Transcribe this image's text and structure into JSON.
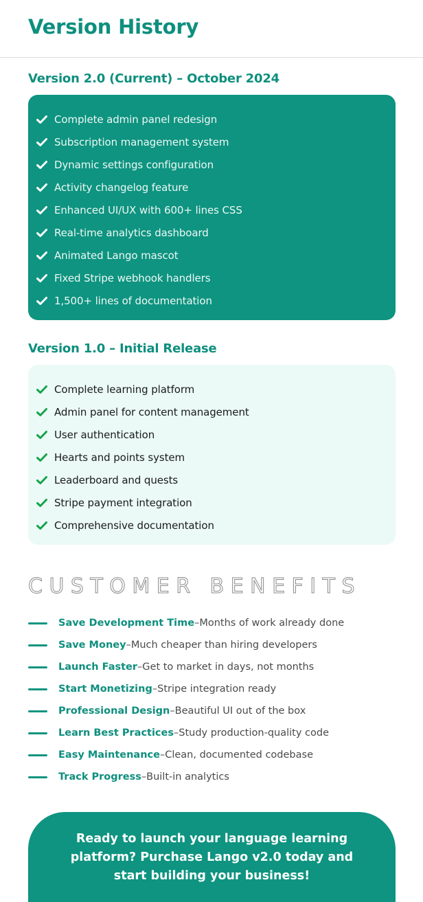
{
  "page": {
    "title": "Version History"
  },
  "colors": {
    "accent": "#0e8f7e",
    "card_current_bg": "#0e9480",
    "card_initial_bg": "#ebfaf7",
    "check_current": "#ffffff",
    "check_initial": "#16a34a",
    "outline_text": "#8a8a8a"
  },
  "versions": [
    {
      "heading": "Version 2.0 (Current) – October 2024",
      "icon": "check-icon",
      "features": [
        "Complete admin panel redesign",
        "Subscription management system",
        "Dynamic settings configuration",
        "Activity changelog feature",
        "Enhanced UI/UX with 600+ lines CSS",
        "Real-time analytics dashboard",
        "Animated Lango mascot",
        "Fixed Stripe webhook handlers",
        "1,500+ lines of documentation"
      ]
    },
    {
      "heading": "Version 1.0 – Initial Release",
      "icon": "check-icon",
      "features": [
        "Complete learning platform",
        "Admin panel for content management",
        "User authentication",
        "Hearts and points system",
        "Leaderboard and quests",
        "Stripe payment integration",
        "Comprehensive documentation"
      ]
    }
  ],
  "benefits": {
    "title": "CUSTOMER BENEFITS",
    "separator": " – ",
    "items": [
      {
        "title": "Save Development Time",
        "desc": "Months of work already done"
      },
      {
        "title": "Save Money",
        "desc": "Much cheaper than hiring developers"
      },
      {
        "title": "Launch Faster",
        "desc": "Get to market in days, not months"
      },
      {
        "title": "Start Monetizing",
        "desc": "Stripe integration ready"
      },
      {
        "title": "Professional Design",
        "desc": "Beautiful UI out of the box"
      },
      {
        "title": "Learn Best Practices",
        "desc": "Study production-quality code"
      },
      {
        "title": "Easy Maintenance",
        "desc": "Clean, documented codebase"
      },
      {
        "title": "Track Progress",
        "desc": "Built-in analytics"
      }
    ]
  },
  "cta": {
    "text": "Ready to launch your language learning platform? Purchase Lango v2.0 today and start building your business!"
  }
}
